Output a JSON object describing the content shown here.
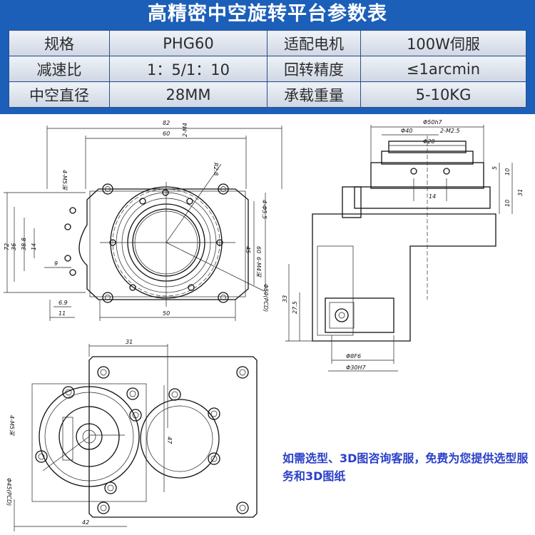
{
  "title": "高精密中空旋转平台参数表",
  "specs": [
    {
      "label": "规格",
      "value": "PHG60",
      "label2": "适配电机",
      "value2": "100W伺服"
    },
    {
      "label": "减速比",
      "value": "1：5/1：10",
      "label2": "回转精度",
      "value2": "≤1arcmin"
    },
    {
      "label": "中空直径",
      "value": "28MM",
      "label2": "承载重量",
      "value2": "5-10KG"
    }
  ],
  "dimensions": {
    "front": {
      "d82": "82",
      "d60": "60",
      "d50": "50",
      "d6_9": "6.9",
      "d11": "11",
      "d9": "9",
      "d72": "72",
      "d36": "36",
      "d14": "14",
      "d38_8": "38.8",
      "d60v": "60",
      "d45": "45",
      "r2_8": "R2.8",
      "note_4m": "4-M5深",
      "note_phi": "Φ59(PCD)",
      "note_phi5": "4-Φ5.5",
      "note_2m": "2-M4",
      "note_6m": "6-M4深"
    },
    "side": {
      "d50h7": "Φ50h7",
      "d40": "Φ40",
      "m25": "2-M2.5",
      "d28": "Φ28",
      "d5": "5",
      "d10": "10",
      "d14": "14",
      "d10b": "10",
      "d31": "31",
      "d33": "33",
      "d27_5": "27.5",
      "d8f6": "Φ8F6",
      "d30h7": "Φ30H7"
    },
    "bottom": {
      "d31": "31",
      "d42": "42",
      "d47": "47",
      "note_4m": "4-M5深",
      "note_phi": "Φ45(PCD)"
    }
  },
  "note": "如需选型、3D图咨询客服，免费为您提供选型服务和3D图纸"
}
